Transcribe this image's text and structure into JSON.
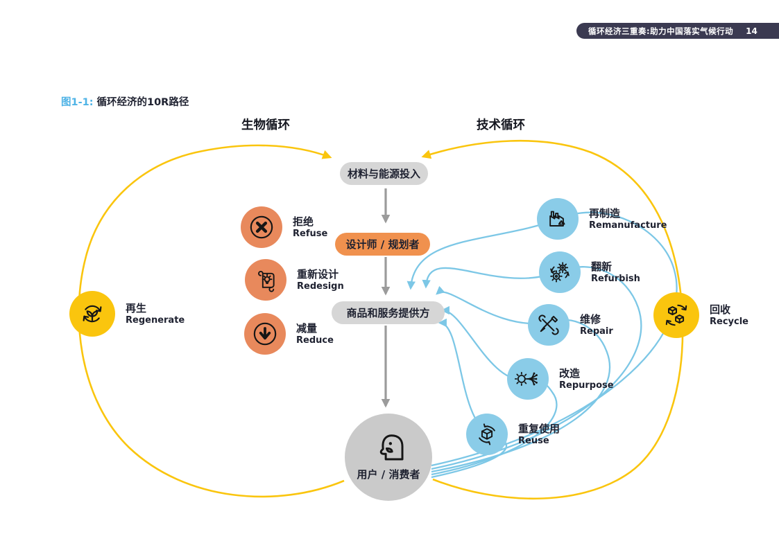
{
  "header": {
    "title": "循环经济三重奏:助力中国落实气候行动",
    "page_number": "14"
  },
  "figure": {
    "label": "图1-1:",
    "title": "循环经济的10R路径"
  },
  "cycles": {
    "bio": "生物循环",
    "tech": "技术循环"
  },
  "flow": {
    "inputs": "材料与能源投入",
    "designers": "设计师 / 规划者",
    "providers": "商品和服务提供方",
    "users": "用户 / 消费者",
    "user_icon": "user-face-icon"
  },
  "r_items": {
    "left": [
      {
        "zh": "拒绝",
        "en": "Refuse",
        "icon": "refuse-icon"
      },
      {
        "zh": "重新设计",
        "en": "Redesign",
        "icon": "redesign-icon"
      },
      {
        "zh": "减量",
        "en": "Reduce",
        "icon": "reduce-icon"
      }
    ],
    "outer_left": {
      "zh": "再生",
      "en": "Regenerate",
      "icon": "regenerate-icon"
    },
    "outer_right": {
      "zh": "回收",
      "en": "Recycle",
      "icon": "recycle-icon"
    },
    "right": [
      {
        "zh": "再制造",
        "en": "Remanufacture",
        "icon": "remanufacture-icon"
      },
      {
        "zh": "翻新",
        "en": "Refurbish",
        "icon": "refurbish-icon"
      },
      {
        "zh": "维修",
        "en": "Repair",
        "icon": "repair-icon"
      },
      {
        "zh": "改造",
        "en": "Repurpose",
        "icon": "repurpose-icon"
      },
      {
        "zh": "重复使用",
        "en": "Reuse",
        "icon": "reuse-icon"
      }
    ]
  },
  "colors": {
    "yellow_loop": "#fac50e",
    "blue_loop": "#7cc7e6",
    "orange_circle": "#e8895c",
    "blue_circle": "#8acce8",
    "yellow_circle": "#fac50e",
    "gray_pill": "#d6d6d6",
    "orange_pill": "#f0914e",
    "user_circle": "#cacaca",
    "header_bg": "#3b3a51",
    "figure_label_blue": "#4eb3e6",
    "dark_text": "#1e2130",
    "flow_arrow_gray": "#9b9b9b"
  }
}
